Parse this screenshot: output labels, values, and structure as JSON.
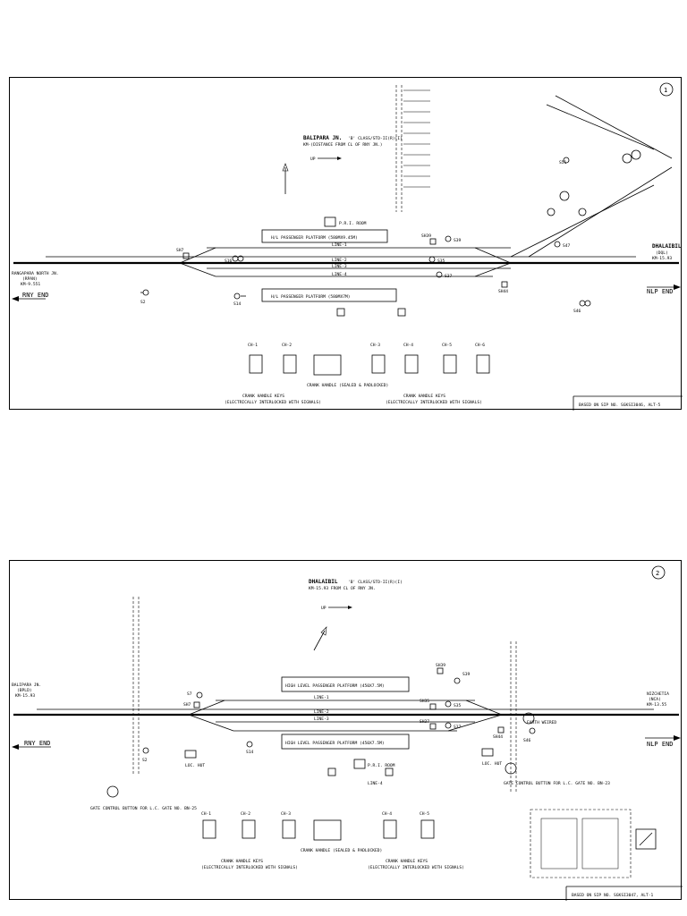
{
  "sheet1": {
    "sheet_number": "1",
    "station_title": "BALIPARA JN.",
    "station_class": "'B' CLASS/STD-II(R)(I)",
    "station_km": "KM-(DISTANCE FROM CL OF RNY JN.)",
    "upper_platform": "H/L PASSENGER PLATFORM (580MX9.45M)",
    "lower_platform": "H/L PASSENGER PLATFORM (580MX7M)",
    "left_end": "RNY END",
    "right_end": "NLP END",
    "right_station": "DHALAIBIL",
    "right_station_code": "(DQL)",
    "right_station_km": "KM-15.93",
    "left_station": "RANGAPARA NORTH JN.",
    "left_station_code": "(RPAN)",
    "left_station_km": "KM-9.551",
    "pr_room": "P.R.I. ROOM",
    "crank_keys_left": [
      "CH-1",
      "CH-2"
    ],
    "crank_keys_right": [
      "CH-3",
      "CH-4",
      "CH-5",
      "CH-6"
    ],
    "crank_handle_label": "CRANK HANDLE KEYS",
    "crank_handle_sub": "(ELECTRICALLY INTERLOCKED WITH SIGNALS)",
    "crank_box_label": "CRANK HANDLE (SEALED & PADLOCKED)",
    "based_on": "BASED ON SIP NO. SGKSI3046, ALT-5",
    "line_labels": [
      "LINE-1",
      "LINE-2",
      "LINE-3",
      "LINE-4"
    ],
    "signals": [
      "S2",
      "S14",
      "S16",
      "S35",
      "S37",
      "S39",
      "S46",
      "S47",
      "S51",
      "SH7",
      "SH39",
      "SH44"
    ]
  },
  "sheet2": {
    "sheet_number": "2",
    "station_title": "DHALAIBIL",
    "station_class": "'B' CLASS/STD-II(R)(I)",
    "station_km": "KM-15.93 FROM CL OF RNY JN.",
    "upper_platform": "HIGH LEVEL PASSENGER PLATFORM (450X7.5M)",
    "lower_platform": "HIGH LEVEL PASSENGER PLATFORM (450X7.5M)",
    "left_end": "RNY END",
    "right_end": "NLP END",
    "left_station": "BALIPARA JN.",
    "left_station_code": "(BPLD)",
    "left_station_km": "KM-15.93",
    "right_station": "NIZCHETIA",
    "right_station_code": "(NCA)",
    "right_station_km": "KM-13.55",
    "pr_room": "P.R.I. ROOM",
    "crank_keys_left": [
      "CH-1",
      "CH-2",
      "CH-3"
    ],
    "crank_keys_right": [
      "CH-4",
      "CH-5"
    ],
    "crank_handle_label": "CRANK HANDLE KEYS",
    "crank_handle_sub": "(ELECTRICALLY INTERLOCKED WITH SIGNALS)",
    "crank_box_label": "CRANK HANDLE (SEALED & PADLOCKED)",
    "gate_button": "GATE CONTROL BUTTON FOR L.C. GATE NO. BN-25",
    "gate_button_right": "GATE CONTROL BUTTON FOR L.C. GATE NO. BN-23",
    "earth_panel": "EARTH WEIRED",
    "loc_hut": "LOC. HUT",
    "based_on": "BASED ON SIP NO. SGKSI3047, ALT-1",
    "line_labels": [
      "LINE-1",
      "LINE-2",
      "LINE-3",
      "LINE-4"
    ],
    "signals": [
      "S2",
      "S7",
      "S14",
      "S35",
      "S37",
      "S39",
      "S46",
      "SH7",
      "SH35",
      "SH37",
      "SH39",
      "SH44"
    ]
  }
}
